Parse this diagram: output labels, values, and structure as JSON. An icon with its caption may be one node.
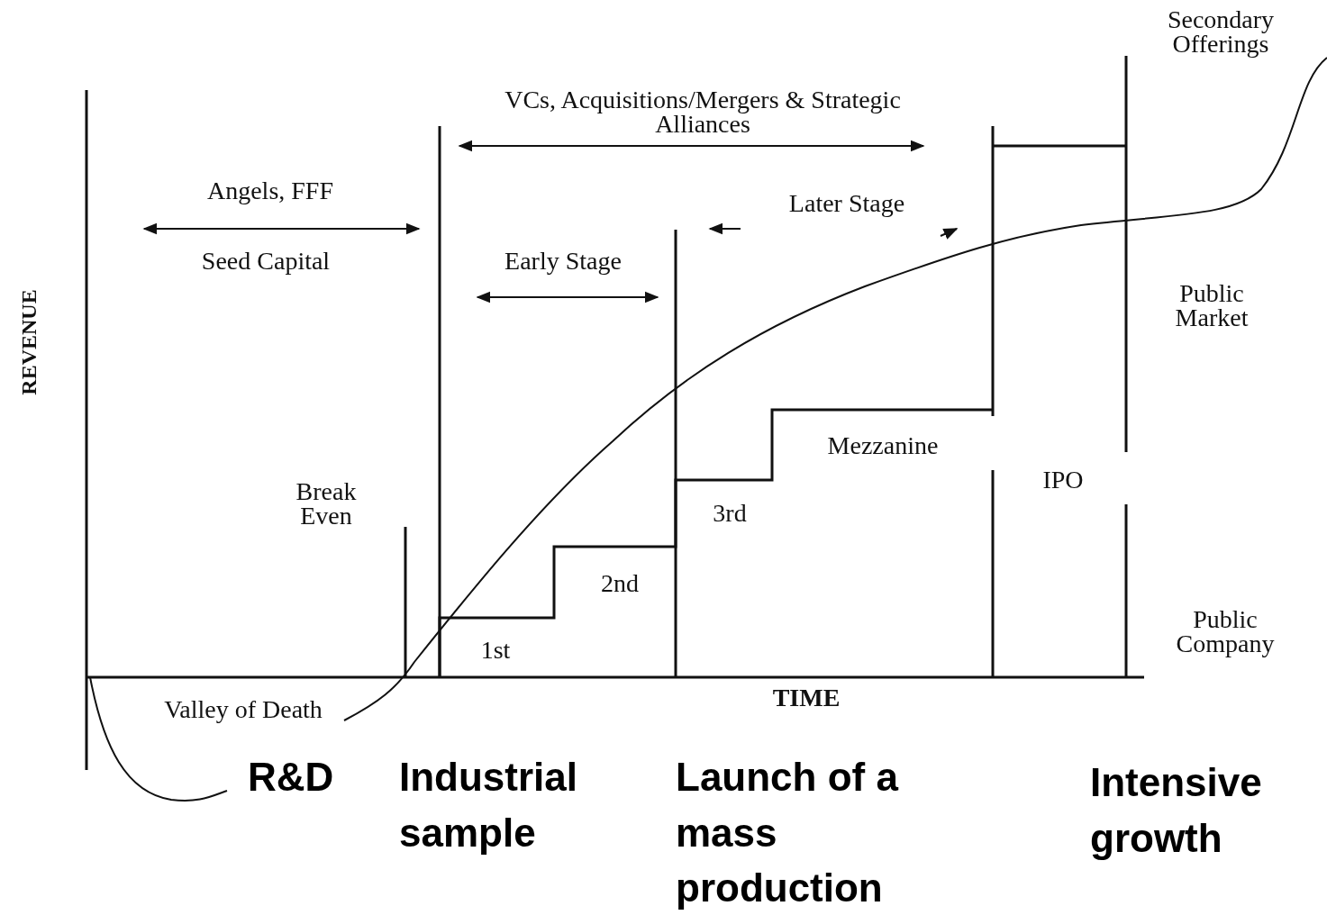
{
  "diagram": {
    "labels": [
      "Secondary Offerings",
      "VCs, Acquisitions/Mergers & Strategic Alliances",
      "Angels, FFF",
      "Later Stage",
      "Seed Capital",
      "Early Stage",
      "Public Market",
      "REVENUE",
      "Mezzanine",
      "IPO",
      "Break Even",
      "3rd",
      "2nd",
      "Public Company",
      "1st",
      "TIME",
      "Valley of Death",
      "R&D",
      "Industrial sample",
      "Launch of a mass production",
      "Intensive growth"
    ]
  }
}
